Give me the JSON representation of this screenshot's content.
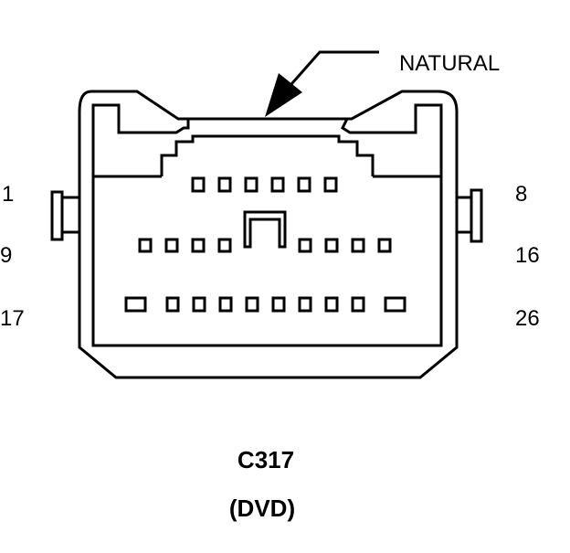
{
  "callout": {
    "label": "NATURAL"
  },
  "pin_labels": {
    "row1_left": "1",
    "row1_right": "8",
    "row2_left": "9",
    "row2_right": "16",
    "row3_left": "17",
    "row3_right": "26"
  },
  "caption": {
    "connector_id": "C317",
    "description": "(DVD)"
  },
  "pin_rows": {
    "row1_count": 6,
    "row2_count": 8,
    "row3_count": 10
  },
  "colors": {
    "stroke": "#000000",
    "background": "#ffffff"
  }
}
